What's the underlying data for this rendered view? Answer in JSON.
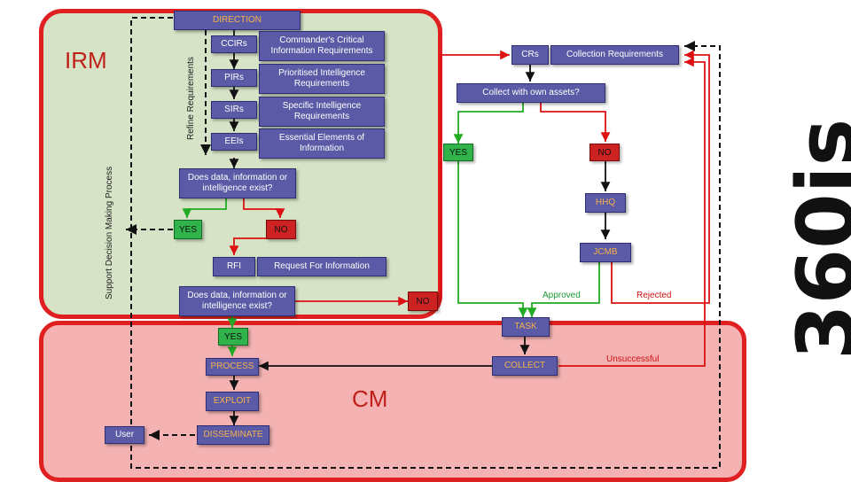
{
  "regions": {
    "irm": "IRM",
    "cm": "CM"
  },
  "side_labels": {
    "refine": "Refine Requirements",
    "support": "Support Decision Making Process"
  },
  "boxes": {
    "direction": "DIRECTION",
    "ccirs": "CCIRs",
    "ccirs_desc": "Commander's Critical Information Requirements",
    "pirs": "PIRs",
    "pirs_desc": "Prioritised Intelligence Requirements",
    "sirs": "SIRs",
    "sirs_desc": "Specific Intelligence Requirements",
    "eeis": "EEIs",
    "eeis_desc": "Essential Elements of Information",
    "exist1": "Does data, information or intelligence exist?",
    "yes1": "YES",
    "no1": "NO",
    "rfi": "RFI",
    "rfi_desc": "Request For Information",
    "exist2": "Does data, information or intelligence exist?",
    "no2": "NO",
    "yes2": "YES",
    "process": "PROCESS",
    "exploit": "EXPLOIT",
    "disseminate": "DISSEMINATE",
    "user": "User",
    "crs": "CRs",
    "crs_desc": "Collection Requirements",
    "collect_own": "Collect with own assets?",
    "yes3": "YES",
    "no3": "NO",
    "hhq": "HHQ",
    "jcmb": "JCMB",
    "task": "TASK",
    "collect": "COLLECT"
  },
  "edge_labels": {
    "approved": "Approved",
    "rejected": "Rejected",
    "unsuccessful": "Unsuccessful"
  },
  "logo": {
    "text": "360is"
  },
  "colors": {
    "irm_bg": "#d6e3c6",
    "cm_bg": "#f4b2b2",
    "region_border": "#e02020",
    "box": "#5a5aa6",
    "yes": "#2fb34a",
    "no": "#cc2222",
    "approved": "#1f9a33",
    "rejected": "#cc1111"
  }
}
